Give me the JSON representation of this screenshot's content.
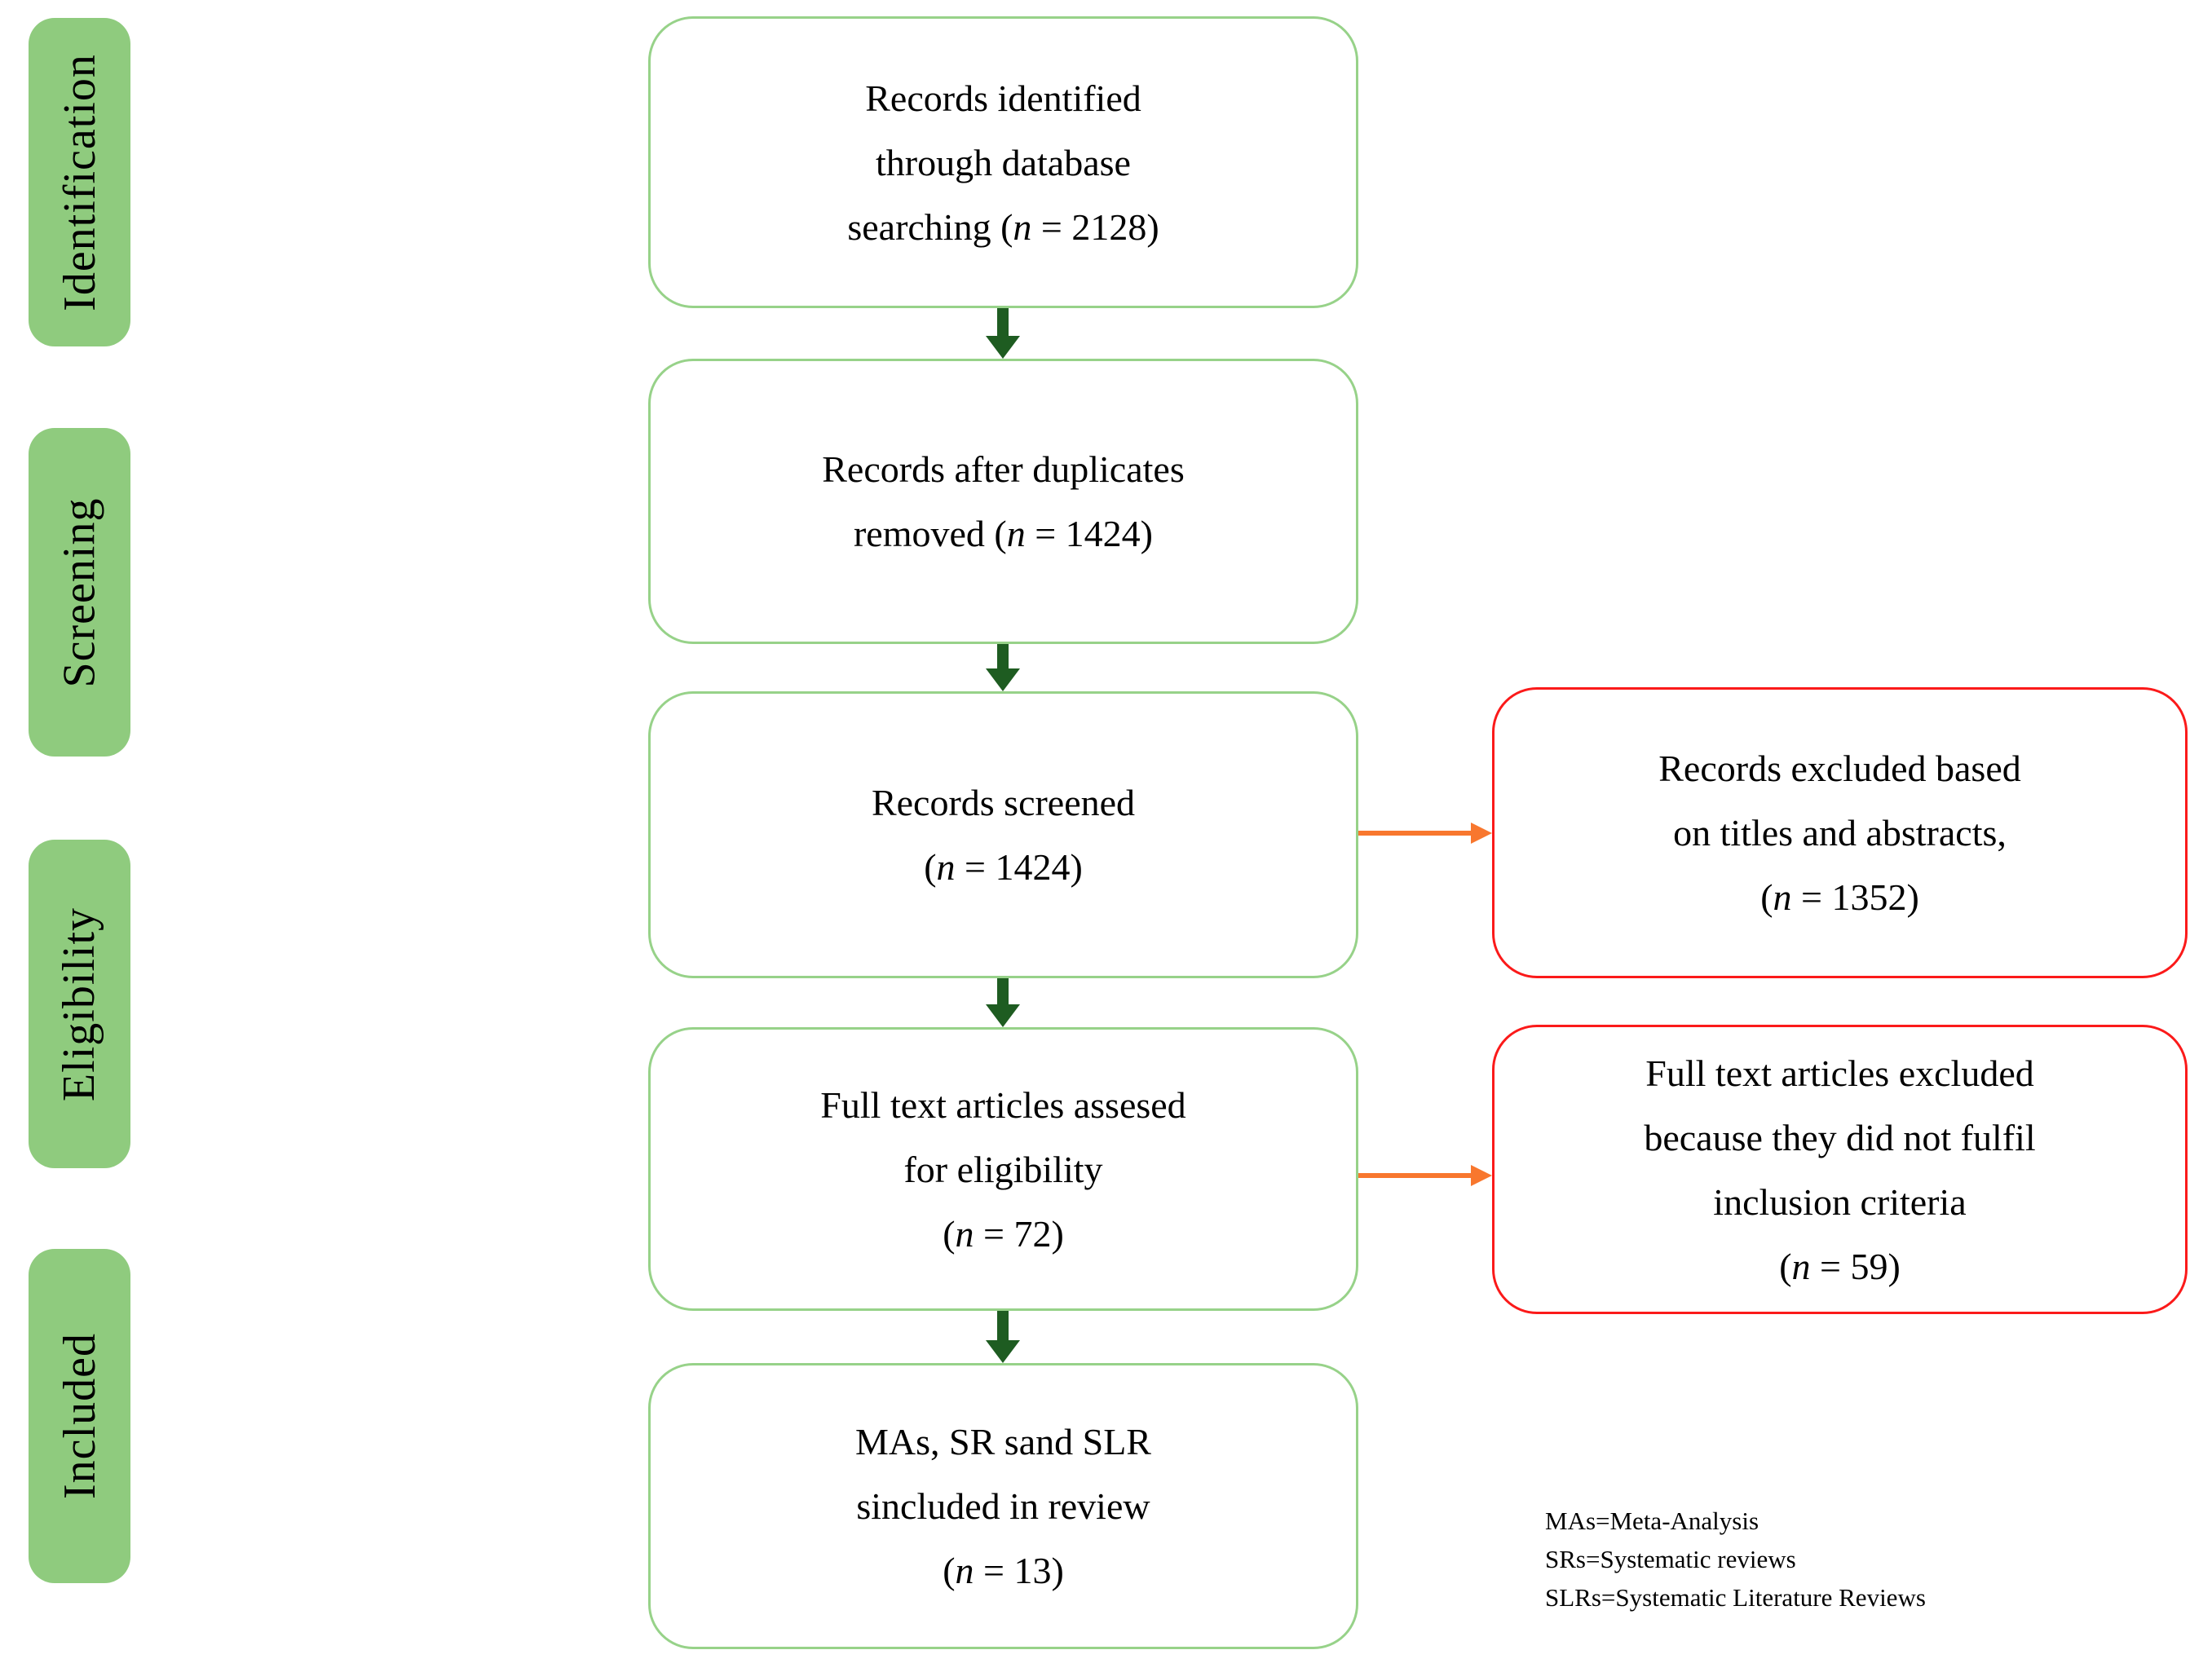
{
  "colors": {
    "sidebar_fill": "#8FCB7E",
    "green_border": "#97D289",
    "green_arrow": "#1E5C21",
    "orange_arrow": "#F8772E",
    "red_border": "#FB1A1A",
    "text": "#000000"
  },
  "sidebar": {
    "labels": [
      "Identification",
      "Screening",
      "Eligibility",
      "Included"
    ]
  },
  "flow_boxes": [
    {
      "lines": [
        "Records identified",
        "through database",
        "searching (n = 2128)"
      ]
    },
    {
      "lines": [
        "Records after duplicates",
        "removed (n = 1424)"
      ]
    },
    {
      "lines": [
        "Records screened",
        "(n = 1424)"
      ]
    },
    {
      "lines": [
        "Full text articles assesed",
        "for eligibility",
        "(n = 72)"
      ]
    },
    {
      "lines": [
        "MAs, SR sand SLR",
        "sincluded in review",
        "(n = 13)"
      ]
    }
  ],
  "excluded_boxes": [
    {
      "lines": [
        "Records excluded based",
        "on titles and abstracts,",
        "(n = 1352)"
      ]
    },
    {
      "lines": [
        "Full text articles excluded",
        "because they did not fulfil",
        "inclusion criteria",
        "(n = 59)"
      ]
    }
  ],
  "legend": {
    "lines": [
      "MAs=Meta-Analysis",
      "SRs=Systematic reviews",
      "SLRs=Systematic Literature Reviews"
    ]
  }
}
